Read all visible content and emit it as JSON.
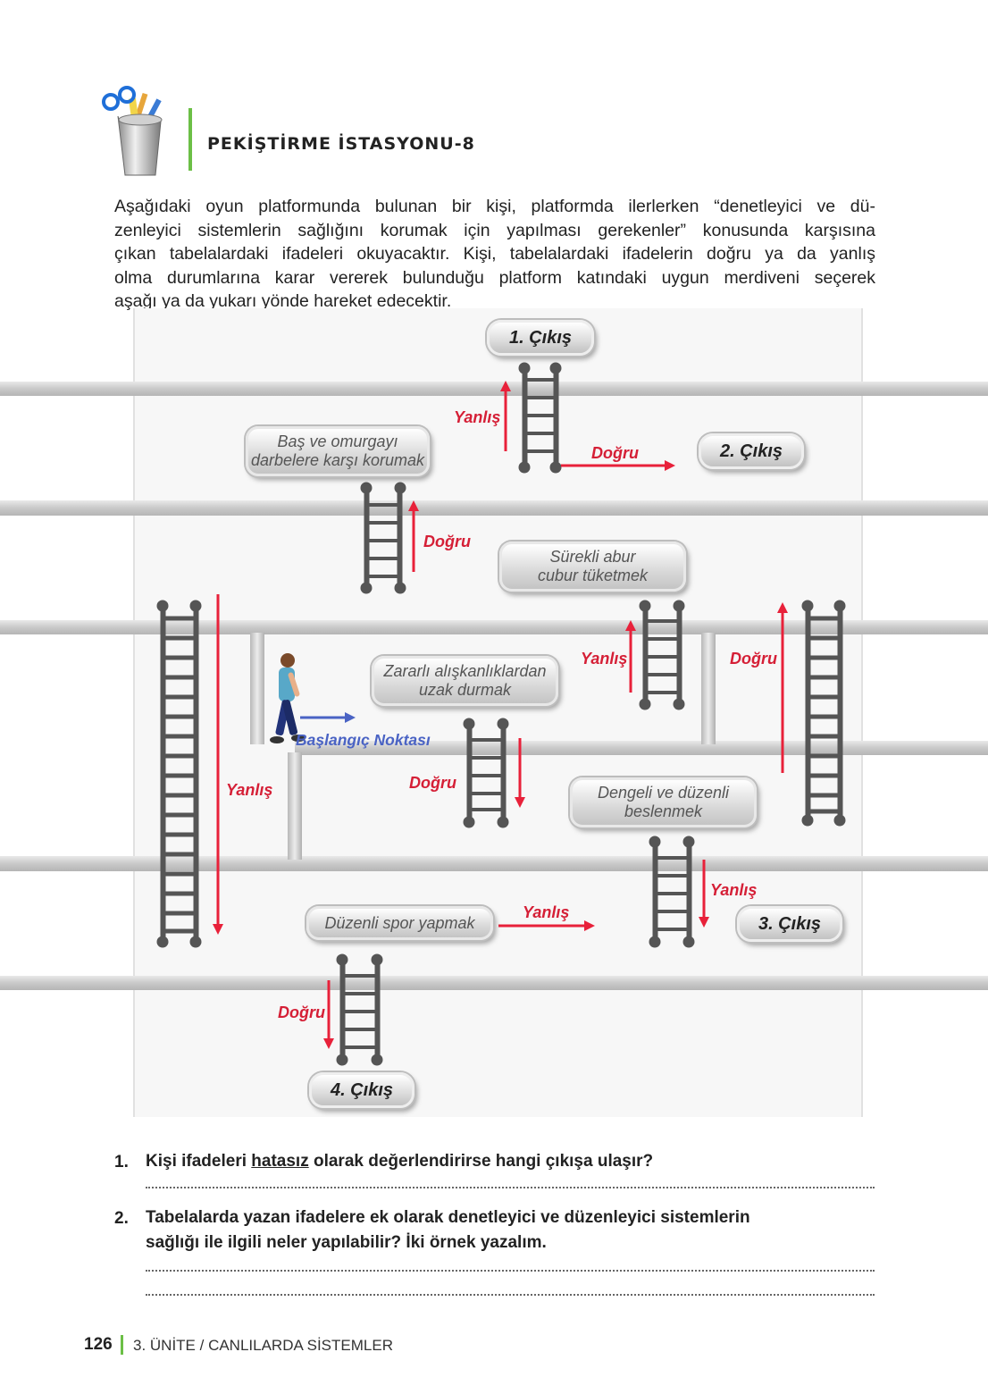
{
  "header": {
    "title": "PEKİŞTİRME İSTASYONU-8",
    "icon": "pencil-cup-icon"
  },
  "intro_lines": [
    "Aşağıdaki oyun platformunda bulunan bir kişi, platformda ilerlerken “denetleyici ve dü-",
    "zenleyici sistemlerin sağlığını korumak için yapılması gerekenler” konusunda karşısına",
    "çıkan tabelalardaki ifadeleri okuyacaktır. Kişi, tabelalardaki ifadelerin doğru ya da yanlış",
    "olma durumlarına karar vererek bulunduğu platform katındaki uygun merdiveni seçerek",
    "aşağı ya da yukarı yönde hareket edecektir."
  ],
  "game": {
    "exits": {
      "exit1": "1. Çıkış",
      "exit2": "2. Çıkış",
      "exit3": "3. Çıkış",
      "exit4": "4. Çıkış"
    },
    "signs": {
      "head_spine": [
        "Baş ve omurgayı",
        "darbelere karşı korumak"
      ],
      "junk_food": [
        "Sürekli abur",
        "cubur tüketmek"
      ],
      "bad_habits": [
        "Zararlı alışkanlıklardan",
        "uzak durmak"
      ],
      "balanced_diet": [
        "Dengeli ve düzenli",
        "beslenmek"
      ],
      "sport": "Düzenli spor yapmak"
    },
    "start_label": "Başlangıç Noktası",
    "labels": {
      "true": "Doğru",
      "false": "Yanlış"
    },
    "colors": {
      "arrow_red": "#e8213a",
      "arrow_blue": "#4a63c4",
      "accent_green": "#6cbf46"
    }
  },
  "questions": [
    {
      "number": "1.",
      "before": "Kişi ifadeleri ",
      "underlined": "hatasız",
      "after": " olarak değerlendirirse hangi çıkışa ulaşır?"
    },
    {
      "number": "2.",
      "line1": "Tabelalarda yazan ifadelere ek olarak denetleyici ve düzenleyici sistemlerin",
      "line2": "sağlığı ile ilgili neler yapılabilir? İki örnek yazalım."
    }
  ],
  "footer": {
    "page": "126",
    "unit": "3. ÜNİTE / CANLILARDA SİSTEMLER"
  }
}
